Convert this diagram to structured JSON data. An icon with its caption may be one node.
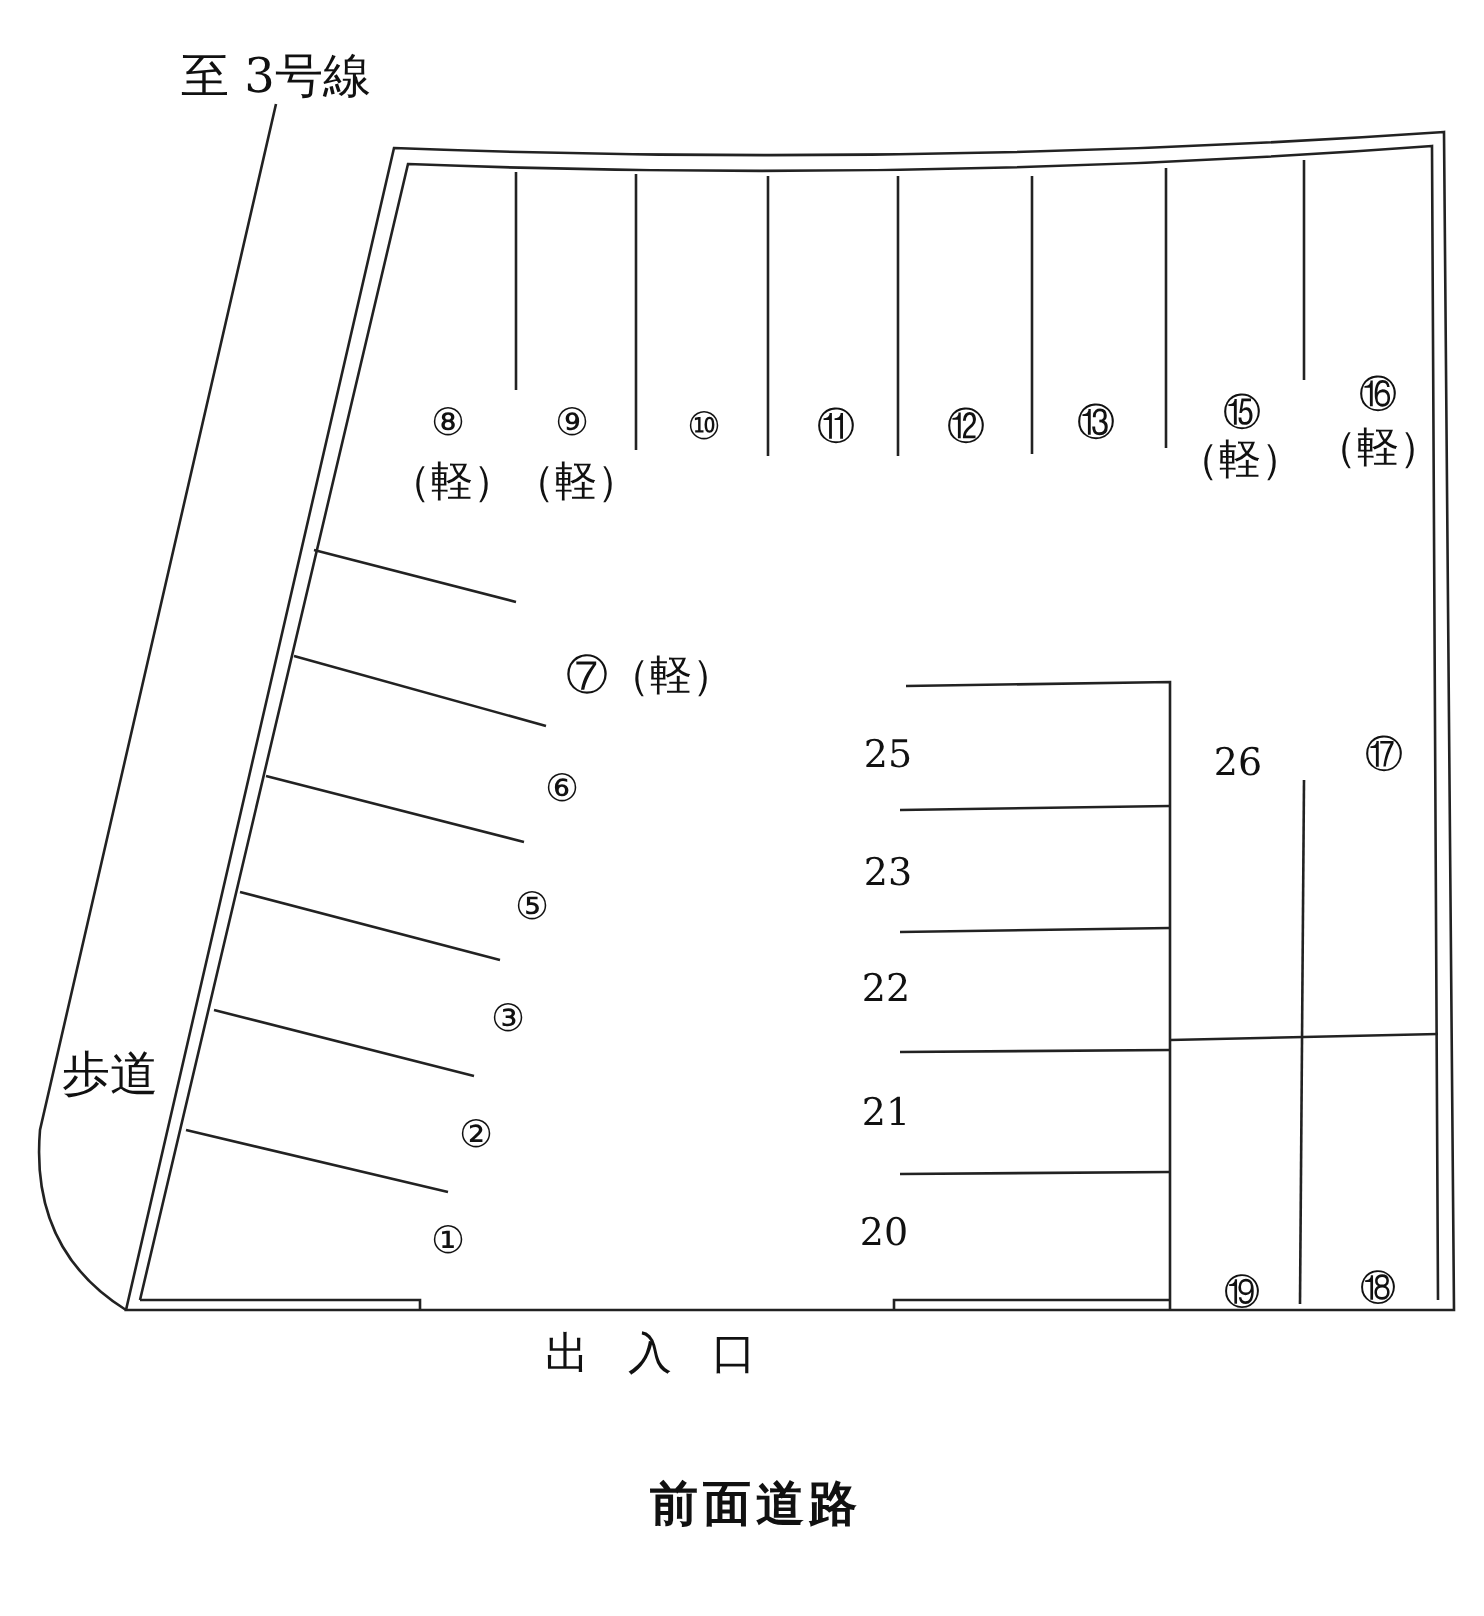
{
  "diagram": {
    "labels": [
      "至 3号線",
      "⑧",
      "⑨",
      "⑩",
      "⑪",
      "⑫",
      "⑬",
      "⑮",
      "⑯",
      "（軽）",
      "（軽）",
      "（軽）",
      "（軽）",
      "⑦（軽）",
      "25",
      "26",
      "⑰",
      "⑥",
      "23",
      "⑤",
      "22",
      "③",
      "歩道",
      "21",
      "②",
      "①",
      "20",
      "⑲",
      "⑱",
      "出入口",
      "前面道路"
    ]
  }
}
